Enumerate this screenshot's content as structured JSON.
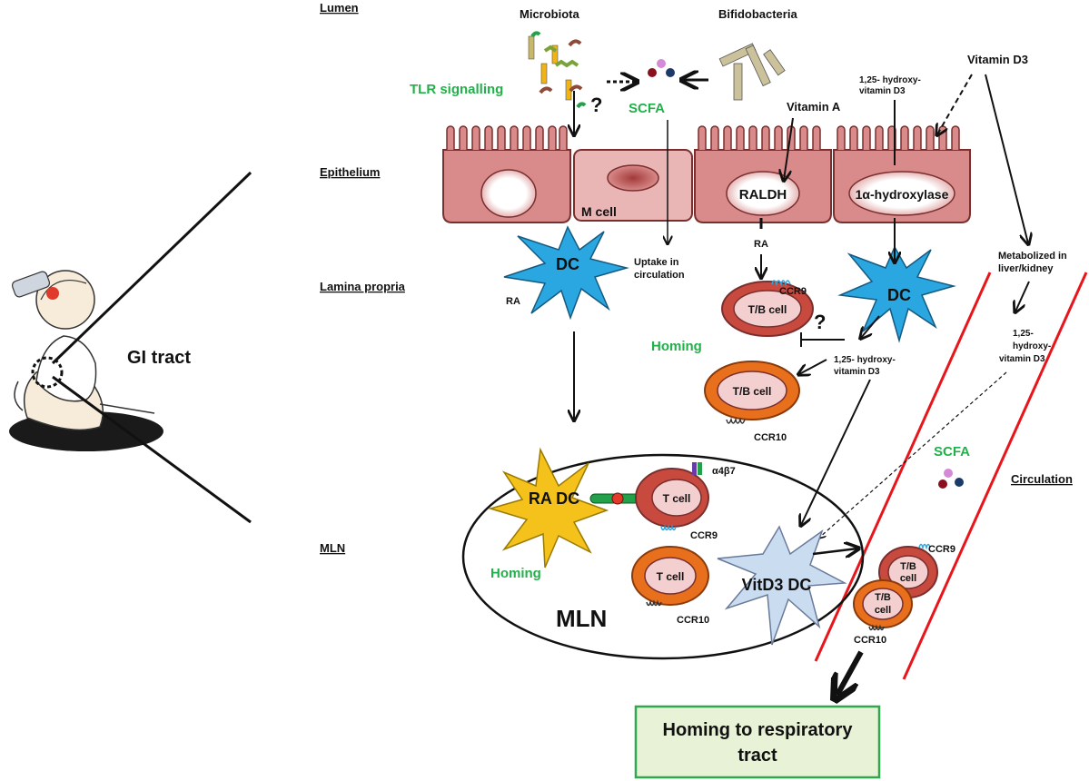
{
  "regions": {
    "lumen": "Lumen",
    "epithelium": "Epithelium",
    "lamina_propria": "Lamina propria",
    "mln": "MLN",
    "circulation": "Circulation"
  },
  "labels": {
    "microbiota": "Microbiota",
    "bifidobacteria": "Bifidobacteria",
    "vitamin_d3": "Vitamin D3",
    "vitamin_a": "Vitamin A",
    "hydroxy_vit_d3_line1": "1,25- hydroxy-",
    "hydroxy_vit_d3_line2": "vitamin D3",
    "tlr_signalling": "TLR signalling",
    "scfa": "SCFA",
    "question": "?",
    "m_cell": "M cell",
    "raldh": "RALDH",
    "hydroxylase": "1α-hydroxylase",
    "ra": "RA",
    "dc": "DC",
    "uptake_line1": "Uptake in",
    "uptake_line2": "circulation",
    "ccr9": "CCR9",
    "ccr10": "CCR10",
    "tb_cell": "T/B cell",
    "t_cell": "T cell",
    "tb_cell_line1": "T/B",
    "tb_cell_line2": "cell",
    "homing": "Homing",
    "metabolized_line1": "Metabolized in",
    "metabolized_line2": "liver/kidney",
    "hydroxy_3_line1": "1,25-",
    "hydroxy_3_line2": "hydroxy-",
    "hydroxy_3_line3": "vitamin D3",
    "ra_dc": "RA DC",
    "integrin": "α4β7",
    "vitd3_dc": "VitD3 DC",
    "mln_big": "MLN",
    "gi_tract": "GI tract",
    "homing_respiratory_line1": "Homing to respiratory",
    "homing_respiratory_line2": "tract"
  },
  "colors": {
    "green_text": "#22b04a",
    "epithelium_fill": "#d98b8b",
    "epithelium_stroke": "#7a2e2e",
    "dc_blue": "#2aa6e0",
    "vitd3_dc": "#c9dcf0",
    "ra_dc_yellow": "#f5c21b",
    "cell_red": "#c84a3f",
    "cell_orange": "#e8701c",
    "cell_inner": "#f3cfcf",
    "vessel_red": "#e8151b",
    "box_fill": "#e8f2d6",
    "box_stroke": "#2fa84f"
  }
}
